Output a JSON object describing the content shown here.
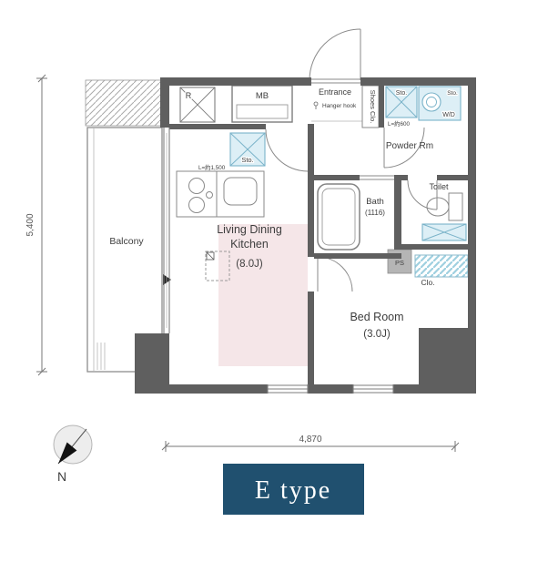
{
  "page": {
    "title": "E type"
  },
  "compass": {
    "north": "N"
  },
  "dimensions": {
    "height": "5,400",
    "width": "4,870"
  },
  "rooms": {
    "balcony": "Balcony",
    "ldk1": "Living Dining",
    "ldk2": "Kitchen",
    "ldk_size": "(8.0J)",
    "bedroom": "Bed Room",
    "bedroom_size": "(3.0J)",
    "bath": "Bath",
    "bath_size": "(1116)",
    "powder": "Powder Rm",
    "toilet": "Toilet",
    "entrance": "Entrance",
    "hanger": "Hanger hook",
    "shoes": "Shoes Clo."
  },
  "fixtures": {
    "mb": "MB",
    "r": "R",
    "sto_kitchen": "Sto.",
    "sto_a": "Sto.",
    "sto_b": "Sto.",
    "wd": "W/D",
    "ps": "PS",
    "clo": "Clo.",
    "len_kitchen": "L=約1,500",
    "len_sto": "L=約600"
  },
  "colors": {
    "wall": "#5f5f5f",
    "ldk_fill": "#f5e6e8",
    "fixture_fill": "#ddeff6",
    "fixture_stroke": "#7ab3c9",
    "title_bg": "#20506f",
    "title_text": "#ffffff"
  }
}
